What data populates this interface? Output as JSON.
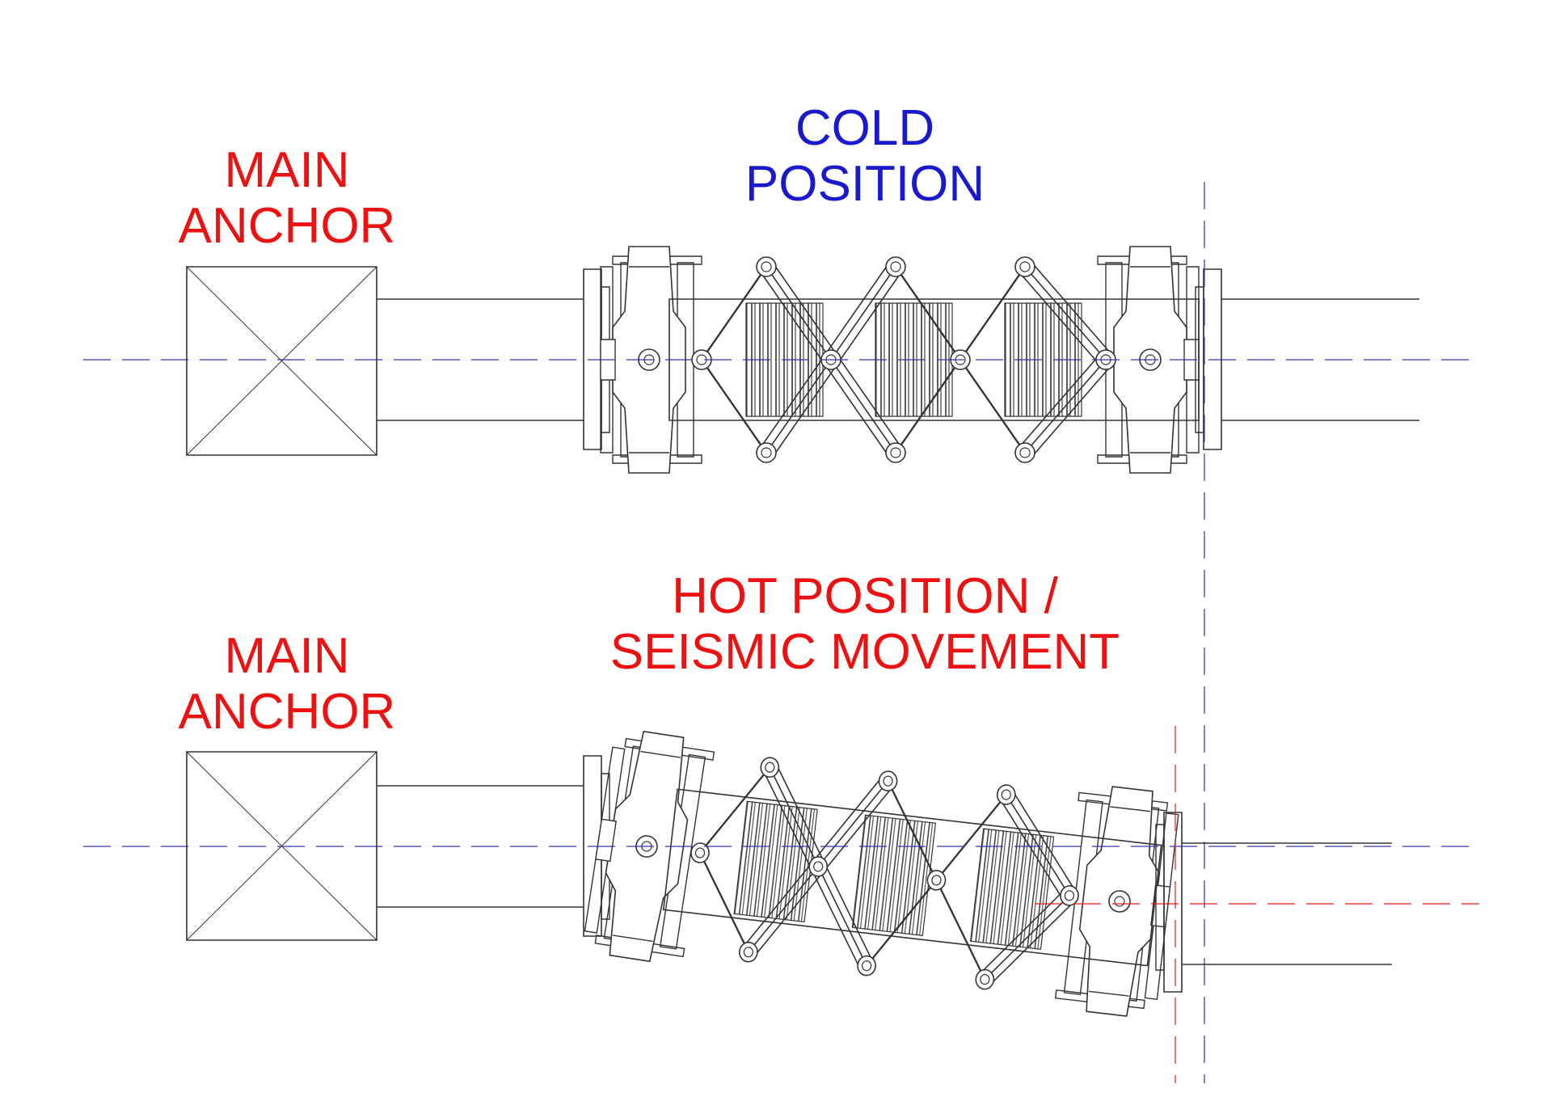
{
  "colors": {
    "label_red": "#ee1111",
    "label_blue": "#1a1acc",
    "centerline_blue": "#3333aa",
    "centerline_red": "#dd2222",
    "line": "#333333"
  },
  "labels": {
    "anchor_top": [
      "MAIN",
      "ANCHOR"
    ],
    "cold": [
      "COLD",
      "POSITION"
    ],
    "anchor_bottom": [
      "MAIN",
      "ANCHOR"
    ],
    "hot": [
      "HOT POSITION /",
      "SEISMIC MOVEMENT"
    ]
  }
}
